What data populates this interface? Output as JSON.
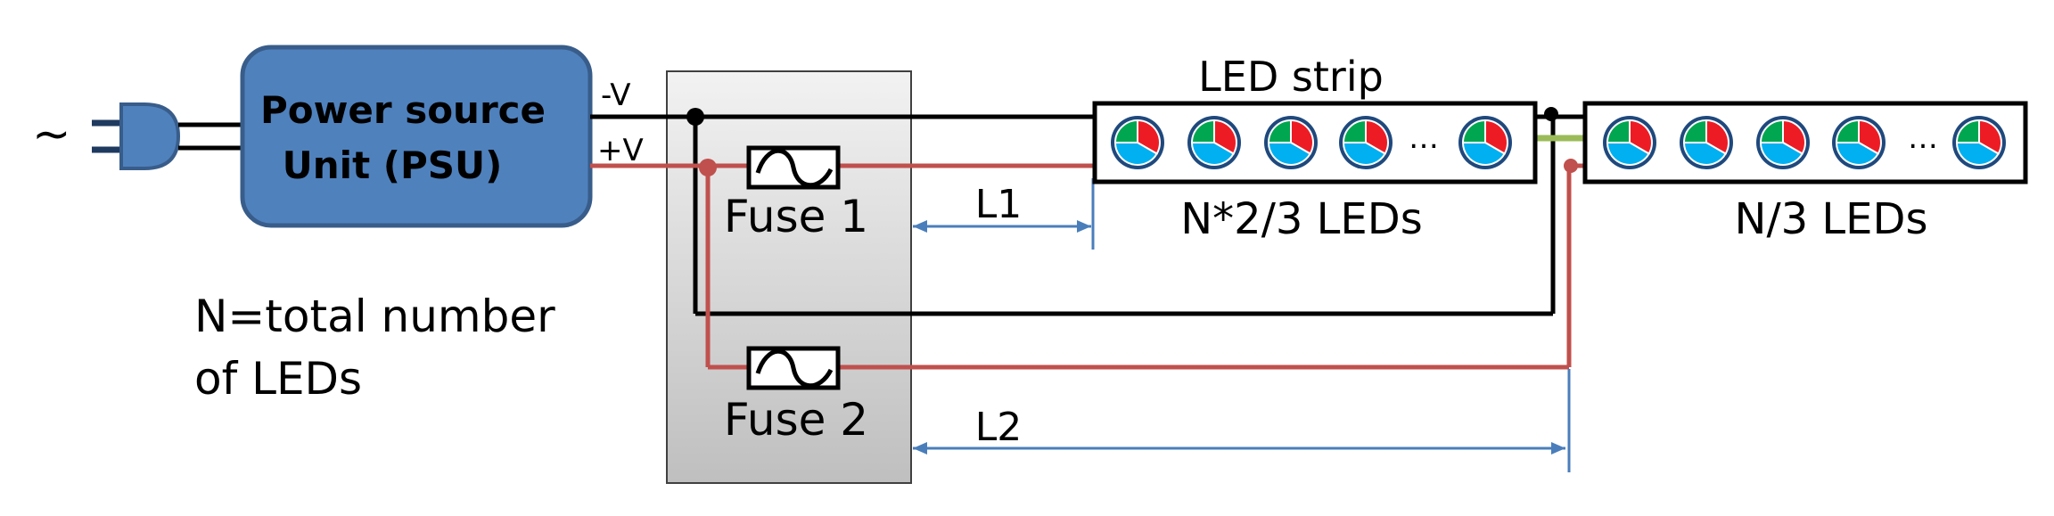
{
  "colors": {
    "psu_fill": "#4f81bd",
    "psu_stroke": "#385d8a",
    "negative_wire": "#000000",
    "positive_wire": "#c0504d",
    "dimension": "#4a7ebb",
    "green_link": "#9bbb59",
    "led_ring": "#1f497d",
    "led_green": "#00a650",
    "led_red": "#ed1c24",
    "led_cyan": "#00b0f0"
  },
  "labels": {
    "ac_symbol": "~",
    "psu_line1": "Power source",
    "psu_line2": "Unit (PSU)",
    "neg_terminal": "-V",
    "pos_terminal": "+V",
    "fuse1": "Fuse 1",
    "fuse2": "Fuse 2",
    "l1": "L1",
    "l2": "L2",
    "strip_title": "LED strip",
    "strip1_count": "N*2/3 LEDs",
    "strip2_count": "N/3 LEDs",
    "ellipsis": "…",
    "note_line1": "N=total number",
    "note_line2": "of LEDs"
  }
}
